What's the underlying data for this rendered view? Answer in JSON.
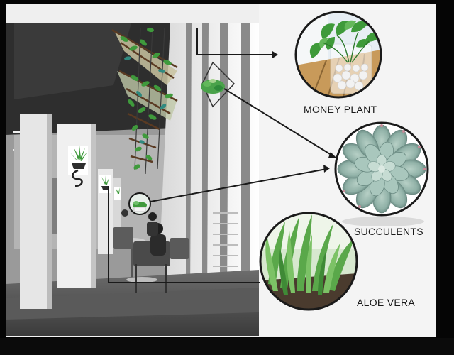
{
  "labels": {
    "money_plant": "MONEY PLANT",
    "succulents": "SUCCULENTS",
    "aloe_vera": "ALOE VERA"
  },
  "icons": {
    "money_plant": "money-plant-photo",
    "succulents": "succulent-rosette-photo",
    "aloe_vera": "aloe-vera-photo"
  },
  "colors": {
    "frame": "#050505",
    "panel": "#f4f4f4",
    "leaf_green": "#3f9a3c",
    "succulent_teal": "#8fb0a6"
  }
}
